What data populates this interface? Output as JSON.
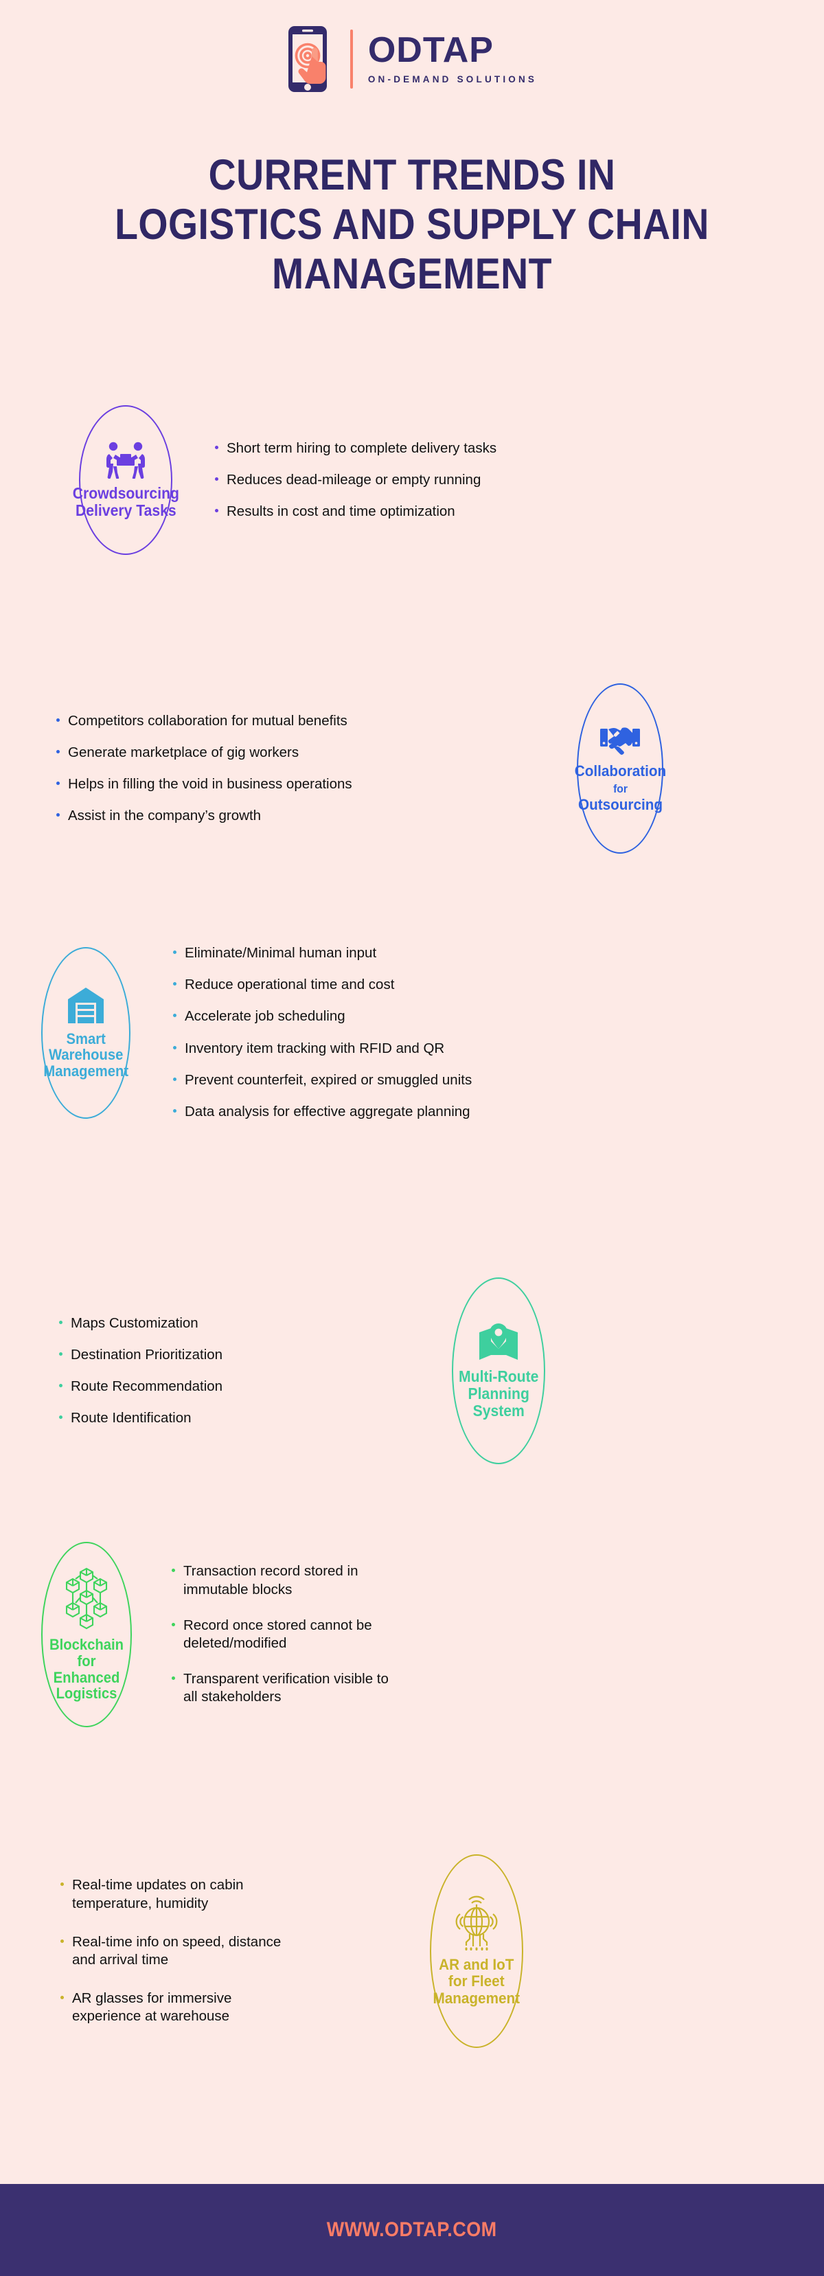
{
  "brand": {
    "name": "ODTAP",
    "tagline": "ON-DEMAND SOLUTIONS",
    "logo_icon": "phone-tap-icon",
    "mark_color": "#342b6b",
    "accent_color": "#f9816b"
  },
  "title": "CURRENT TRENDS IN LOGISTICS AND SUPPLY CHAIN MANAGEMENT",
  "title_color": "#302765",
  "background_color": "#fdeae6",
  "sections": [
    {
      "id": "crowdsourcing",
      "label_line1": "Crowdsourcing",
      "label_line2": "Delivery Tasks",
      "icon": "two-people-carrying-box-icon",
      "color": "#6b3fe0",
      "side": "left",
      "bullets": [
        "Short term hiring to complete delivery tasks",
        "Reduces dead-mileage or empty running",
        "Results in cost and time optimization"
      ]
    },
    {
      "id": "collaboration",
      "label_line1": "Collaboration",
      "label_line2": "for Outsourcing",
      "label_prefix_small": "for",
      "label_suffix_big": "Outsourcing",
      "icon": "handshake-icon",
      "color": "#2f62e0",
      "side": "right",
      "bullets": [
        "Competitors collaboration for mutual benefits",
        "Generate marketplace of gig workers",
        "Helps in filling the void in business operations",
        "Assist in the company’s growth"
      ]
    },
    {
      "id": "smart-warehouse",
      "label_line1": "Smart Warehouse",
      "label_line2": "Management",
      "icon": "warehouse-icon",
      "color": "#3cacd8",
      "side": "left",
      "bullets": [
        "Eliminate/Minimal human input",
        "Reduce operational time and cost",
        "Accelerate job scheduling",
        "Inventory item tracking with RFID and QR",
        "Prevent counterfeit, expired or smuggled units",
        "Data analysis for effective aggregate planning"
      ]
    },
    {
      "id": "multi-route",
      "label_line1": "Multi-Route",
      "label_line2": "Planning",
      "label_line3": "System",
      "icon": "map-pin-icon",
      "color": "#3ecf9e",
      "side": "right",
      "bullets": [
        "Maps Customization",
        "Destination Prioritization",
        "Route Recommendation",
        "Route Identification"
      ]
    },
    {
      "id": "blockchain",
      "label_line1": "Blockchain for",
      "label_line2": "Enhanced",
      "label_line3": "Logistics",
      "icon": "blockchain-nodes-icon",
      "color": "#3ed45c",
      "side": "left",
      "bullets": [
        "Transaction record stored in immutable blocks",
        "Record once stored cannot be deleted/modified",
        "Transparent verification visible to all stakeholders"
      ]
    },
    {
      "id": "ar-iot",
      "label_line1": "AR and IoT",
      "label_line2": "for Fleet",
      "label_line3": "Management",
      "icon": "iot-globe-icon",
      "color": "#c9b32a",
      "side": "right",
      "bullets": [
        "Real-time updates on cabin temperature, humidity",
        "Real-time info on speed, distance and arrival time",
        "AR glasses for immersive experience at warehouse"
      ]
    }
  ],
  "footer": {
    "url": "WWW.ODTAP.COM",
    "background": "#3b3070",
    "text_color": "#fb7c66"
  }
}
